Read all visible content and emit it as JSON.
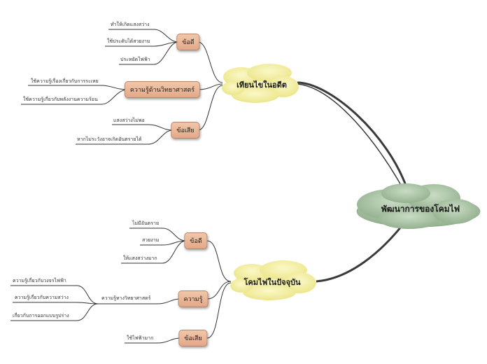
{
  "root": {
    "label": "พัฒนาการของโคมไฟ"
  },
  "branches": [
    {
      "label": "เทียนไขในอดีต",
      "subs": [
        {
          "label": "ข้อดี",
          "leaves": [
            "ทำให้เกิดแสงสว่าง",
            "ใช้ประดับได้สวยงาม",
            "ประหยัดไฟฟ้า"
          ]
        },
        {
          "label": "ความรู้ด้านวิทยาศาสตร์",
          "leaves": [
            "ใช้ความรู้เรื่องเกี่ยวกับการระเหย",
            "ใช้ความรู้เกี่ยวกับพลังงานความร้อน"
          ]
        },
        {
          "label": "ข้อเสีย",
          "leaves": [
            "แสงสว่างไม่พอ",
            "หากไม่ระวังอาจเกิดอันตรายได้"
          ]
        }
      ]
    },
    {
      "label": "โคมไฟในปัจจุบัน",
      "subs": [
        {
          "label": "ข้อดี",
          "leaves": [
            "ไม่มีอันตราย",
            "สวยงาม",
            "ให้แสงสว่างมาก"
          ]
        },
        {
          "label": "ความรู้",
          "leaves": [
            "ความรู้ทางวิทยาศาสตร์"
          ],
          "subleaves": [
            "ความรู้เกี่ยวกับวงจรไฟฟ้า",
            "ความรู้เกี่ยวกับความสว่าง",
            "เกี่ยวกับการออกแบบรูปร่าง"
          ]
        },
        {
          "label": "ข้อเสีย",
          "leaves": [
            "ใช้ไฟฟ้ามาก"
          ]
        }
      ]
    }
  ],
  "colors": {
    "root_cloud": "#a9c4a4",
    "branch_cloud": "#f3efa4",
    "sub_box": "#eab597",
    "line": "#444444"
  }
}
